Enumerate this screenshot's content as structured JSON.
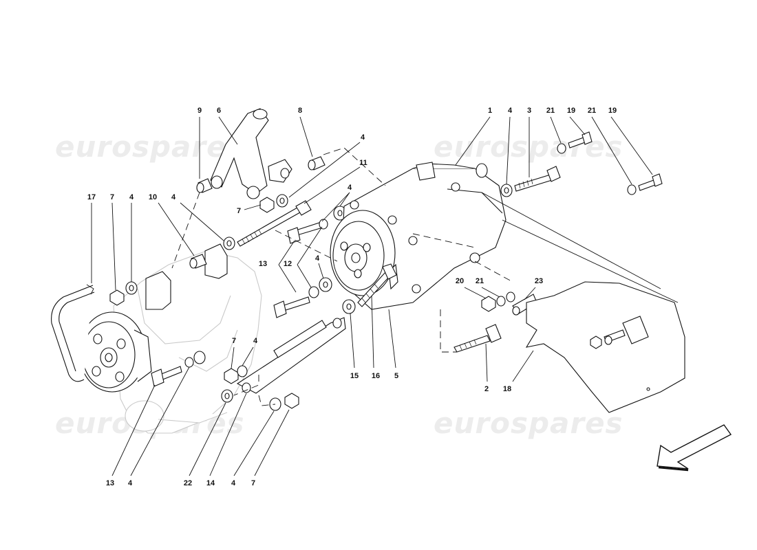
{
  "watermarks": [
    "eurospares",
    "eurospares",
    "eurospares",
    "eurospares"
  ],
  "callouts": [
    {
      "id": "c9",
      "text": "9"
    },
    {
      "id": "c6",
      "text": "6"
    },
    {
      "id": "c8",
      "text": "8"
    },
    {
      "id": "c4a",
      "text": "4"
    },
    {
      "id": "c11",
      "text": "11"
    },
    {
      "id": "c1",
      "text": "1"
    },
    {
      "id": "c4b",
      "text": "4"
    },
    {
      "id": "c3",
      "text": "3"
    },
    {
      "id": "c21a",
      "text": "21"
    },
    {
      "id": "c19a",
      "text": "19"
    },
    {
      "id": "c21b",
      "text": "21"
    },
    {
      "id": "c19b",
      "text": "19"
    },
    {
      "id": "c17",
      "text": "17"
    },
    {
      "id": "c7a",
      "text": "7"
    },
    {
      "id": "c4c",
      "text": "4"
    },
    {
      "id": "c10",
      "text": "10"
    },
    {
      "id": "c4d",
      "text": "4"
    },
    {
      "id": "c7b",
      "text": "7"
    },
    {
      "id": "c4e",
      "text": "4"
    },
    {
      "id": "c13a",
      "text": "13"
    },
    {
      "id": "c12",
      "text": "12"
    },
    {
      "id": "c4f",
      "text": "4"
    },
    {
      "id": "c20",
      "text": "20"
    },
    {
      "id": "c21c",
      "text": "21"
    },
    {
      "id": "c23",
      "text": "23"
    },
    {
      "id": "c7c",
      "text": "7"
    },
    {
      "id": "c4g",
      "text": "4"
    },
    {
      "id": "c15",
      "text": "15"
    },
    {
      "id": "c16",
      "text": "16"
    },
    {
      "id": "c5",
      "text": "5"
    },
    {
      "id": "c2",
      "text": "2"
    },
    {
      "id": "c18",
      "text": "18"
    },
    {
      "id": "c13b",
      "text": "13"
    },
    {
      "id": "c4h",
      "text": "4"
    },
    {
      "id": "c22",
      "text": "22"
    },
    {
      "id": "c14",
      "text": "14"
    },
    {
      "id": "c4i",
      "text": "4"
    },
    {
      "id": "c7d",
      "text": "7"
    }
  ],
  "icons": {
    "direction_arrow": "arrow-down-left-icon"
  }
}
